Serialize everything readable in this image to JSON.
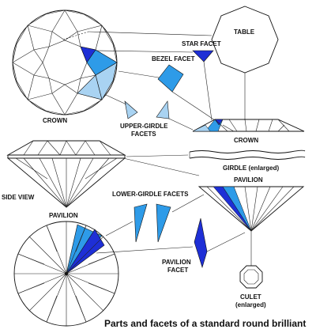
{
  "labels": {
    "table": "TABLE",
    "star_facet": "STAR FACET",
    "bezel_facet": "BEZEL FACET",
    "crown_top": "CROWN",
    "upper_girdle_1": "UPPER-GIRDLE",
    "upper_girdle_2": "FACETS",
    "crown_profile": "CROWN",
    "side_view": "SIDE VIEW",
    "girdle": "GIRDLE (enlarged)",
    "pavilion_profile": "PAVILION",
    "lower_girdle": "LOWER-GIRDLE FACETS",
    "pavilion_bottom": "PAVILION",
    "pavilion_facet_1": "PAVILION",
    "pavilion_facet_2": "FACET",
    "culet_1": "CULET",
    "culet_2": "(enlarged)",
    "caption": "Parts and facets of a standard round brilliant"
  },
  "colors": {
    "dark_blue": "#1e2fd6",
    "mid_blue": "#2e9be8",
    "light_blue": "#a9d3f2",
    "line": "#111111"
  }
}
